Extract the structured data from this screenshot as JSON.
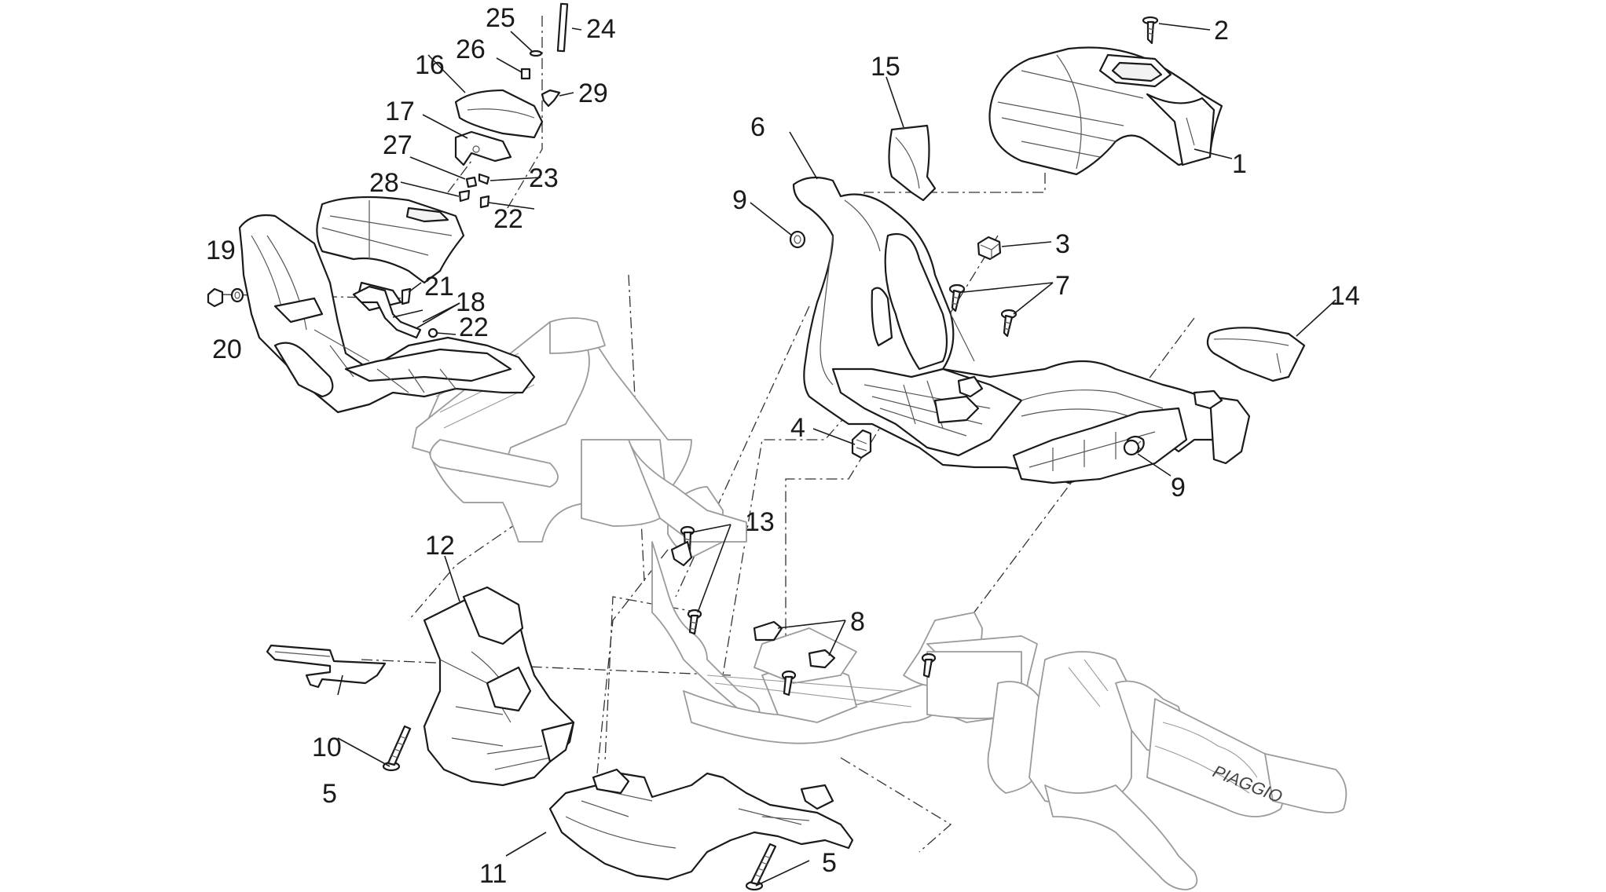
{
  "diagram": {
    "callouts": [
      "1",
      "2",
      "3",
      "4",
      "5",
      "5",
      "6",
      "7",
      "8",
      "9",
      "9",
      "10",
      "11",
      "12",
      "13",
      "14",
      "15",
      "16",
      "17",
      "18",
      "19",
      "20",
      "21",
      "22",
      "22",
      "23",
      "24",
      "25",
      "26",
      "27",
      "28",
      "29"
    ],
    "grip_brand": "PIAGGIO"
  }
}
